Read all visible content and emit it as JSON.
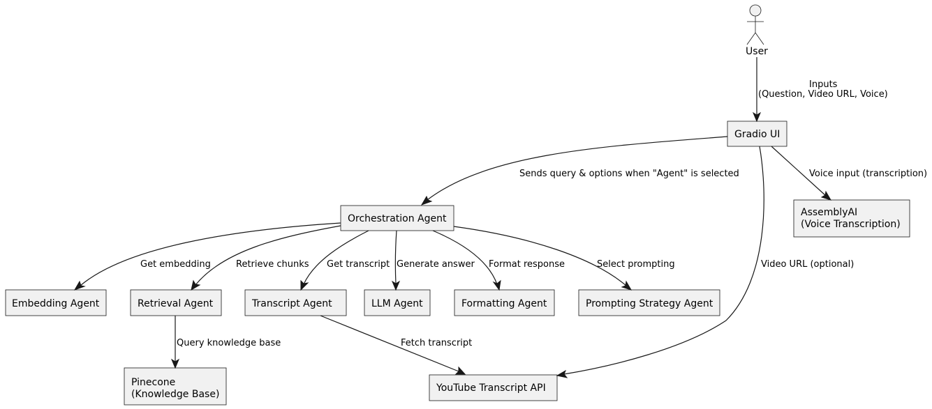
{
  "actor": {
    "label": "User"
  },
  "nodes": {
    "gradio_ui": [
      "Gradio UI"
    ],
    "orchestration_agent": [
      "Orchestration Agent"
    ],
    "assemblyai": [
      "AssemblyAI",
      "(Voice Transcription)"
    ],
    "embedding_agent": [
      "Embedding Agent"
    ],
    "retrieval_agent": [
      "Retrieval Agent"
    ],
    "transcript_agent": [
      "Transcript Agent"
    ],
    "llm_agent": [
      "LLM Agent"
    ],
    "formatting_agent": [
      "Formatting Agent"
    ],
    "prompting_strategy_agent": [
      "Prompting Strategy Agent"
    ],
    "pinecone": [
      "Pinecone",
      "(Knowledge Base)"
    ],
    "youtube_transcript_api": [
      "YouTube Transcript API"
    ]
  },
  "edges": {
    "user_to_gradio": [
      "Inputs",
      "(Question, Video URL, Voice)"
    ],
    "gradio_to_orchestration": [
      "Sends query & options when \"Agent\" is selected"
    ],
    "gradio_to_assemblyai": [
      "Voice input (transcription)"
    ],
    "gradio_to_youtube": [
      "Video URL (optional)"
    ],
    "orch_to_embedding": [
      "Get embedding"
    ],
    "orch_to_retrieval": [
      "Retrieve chunks"
    ],
    "orch_to_transcript": [
      "Get transcript"
    ],
    "orch_to_llm": [
      "Generate answer"
    ],
    "orch_to_formatting": [
      "Format response"
    ],
    "orch_to_prompting": [
      "Select prompting"
    ],
    "retrieval_to_pinecone": [
      "Query knowledge base"
    ],
    "transcript_to_youtube": [
      "Fetch transcript"
    ]
  }
}
